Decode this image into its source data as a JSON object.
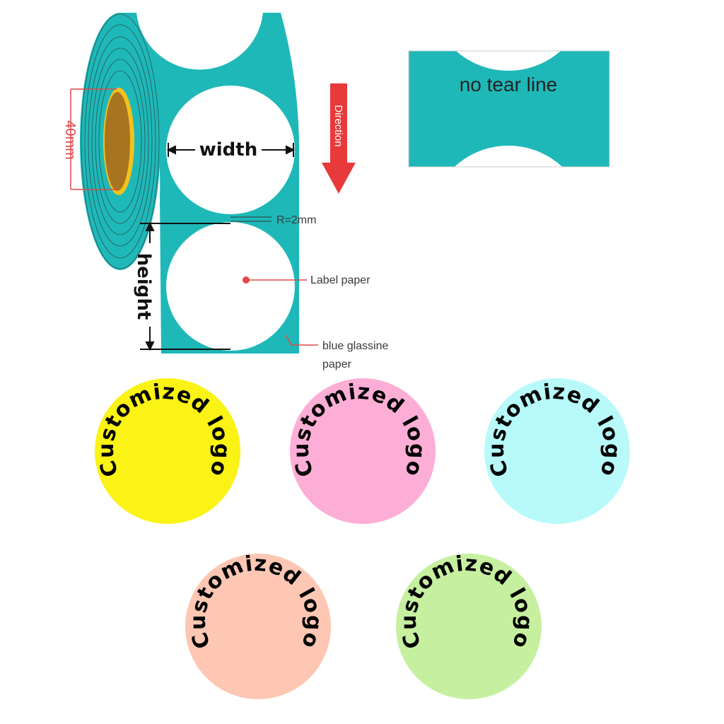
{
  "colors": {
    "liner": "#1fb8b8",
    "liner_dark": "#179a9a",
    "core": "#a97420",
    "core_rim": "#f2c21c",
    "arrow": "#e83a3a",
    "dimension_red": "#e04848"
  },
  "roll": {
    "core_size": "40mm",
    "direction": "Direction",
    "width": "width",
    "height": "height",
    "corner_radius": "R=2mm",
    "label_paper": "Label paper",
    "glassine_line1": "blue glassine",
    "glassine_line2": "paper"
  },
  "inset": {
    "text": "no tear line"
  },
  "stickers": [
    {
      "text": "Customized logo",
      "color": "#fbf216"
    },
    {
      "text": "Customized logo",
      "color": "#fdaed6"
    },
    {
      "text": "Customized logo",
      "color": "#b8fafa"
    },
    {
      "text": "Customized logo",
      "color": "#fdc7b4"
    },
    {
      "text": "Customized logo",
      "color": "#c6f0a0"
    }
  ]
}
